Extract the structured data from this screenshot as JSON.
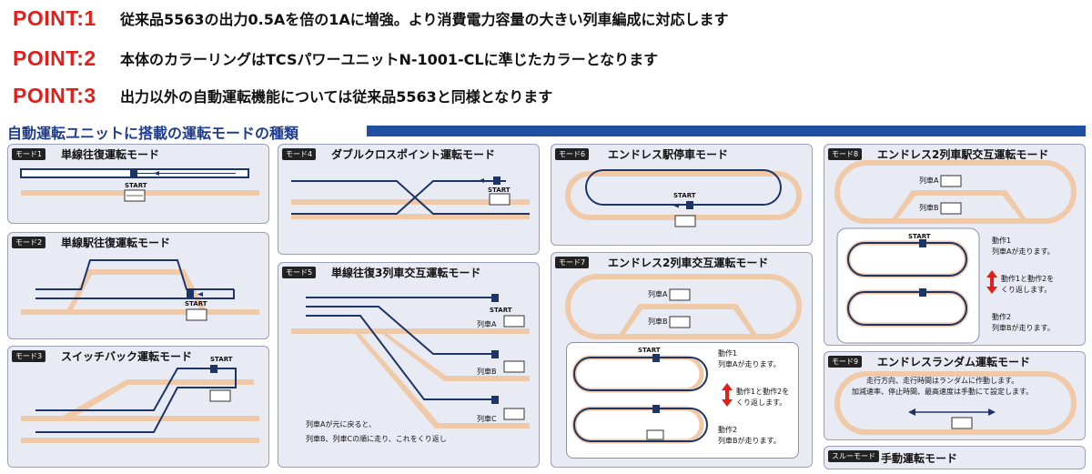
{
  "points": [
    {
      "label": "POINT:1",
      "text": "従来品5563の出力0.5Aを倍の1Aに増強。より消費電力容量の大きい列車編成に対応します"
    },
    {
      "label": "POINT:2",
      "text": "本体のカラーリングはTCSパワーユニットN-1001-CLに準じたカラーとなります"
    },
    {
      "label": "POINT:3",
      "text": "出力以外の自動運転機能については従来品5563と同様となります"
    }
  ],
  "section_title": "自動運転ユニットに搭載の運転モードの種類",
  "modes": [
    {
      "badge": "モード1",
      "title": "単線往復運転モード"
    },
    {
      "badge": "モード2",
      "title": "単線駅往復運転モード"
    },
    {
      "badge": "モード3",
      "title": "スイッチバック運転モード"
    },
    {
      "badge": "モード4",
      "title": "ダブルクロスポイント運転モード"
    },
    {
      "badge": "モード5",
      "title": "単線往復3列車交互運転モード"
    },
    {
      "badge": "モード6",
      "title": "エンドレス駅停車モード"
    },
    {
      "badge": "モード7",
      "title": "エンドレス2列車交互運転モード"
    },
    {
      "badge": "モード8",
      "title": "エンドレス2列車駅交互運転モード"
    },
    {
      "badge": "モード9",
      "title": "エンドレスランダム運転モード"
    },
    {
      "badge": "スルーモード",
      "title": "手動運転モード"
    }
  ],
  "labels": {
    "start": "START",
    "train_a": "列車A",
    "train_b": "列車B",
    "train_c": "列車C",
    "mode5_note_1": "列車Aが元に戻ると、",
    "mode5_note_2": "列車B、列車Cの順に走り、これをくり返し",
    "action1": "動作1",
    "action1_desc": "列車Aが走ります。",
    "action_repeat_1": "動作1と動作2を",
    "action_repeat_2": "くり返します。",
    "action2": "動作2",
    "action2_desc": "列車Bが走ります。",
    "mode9_desc_1": "走行方向、走行時間はランダムに作動します。",
    "mode9_desc_2": "加減速率、停止時間、最高速度は手動にて設定します。"
  },
  "colors": {
    "point_red": "#e0201b",
    "section_blue": "#1e4fa3",
    "track_navy": "#1d3466",
    "track_tan": "#f0c9a8",
    "panel_bg": "#e8eaf4"
  }
}
